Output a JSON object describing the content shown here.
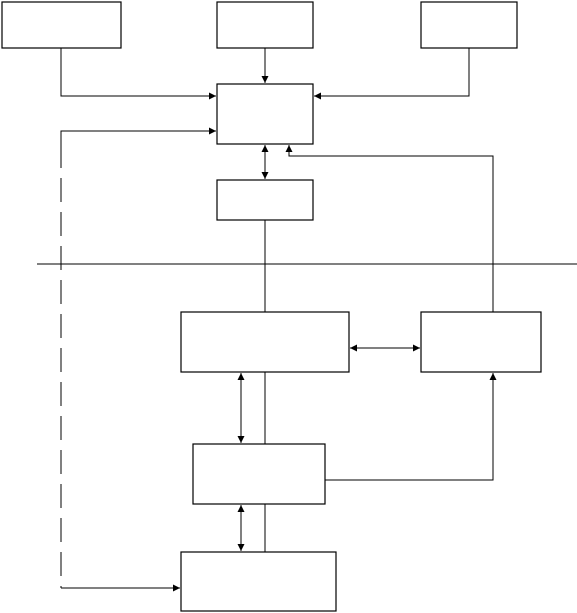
{
  "diagram": {
    "boxes": [
      {
        "id": "top-left",
        "label": ""
      },
      {
        "id": "top-center",
        "label": ""
      },
      {
        "id": "top-right",
        "label": ""
      },
      {
        "id": "center-main",
        "label": ""
      },
      {
        "id": "center-small",
        "label": ""
      },
      {
        "id": "lower-wide",
        "label": ""
      },
      {
        "id": "lower-right",
        "label": ""
      },
      {
        "id": "lower-mid",
        "label": ""
      },
      {
        "id": "bottom",
        "label": ""
      }
    ]
  }
}
